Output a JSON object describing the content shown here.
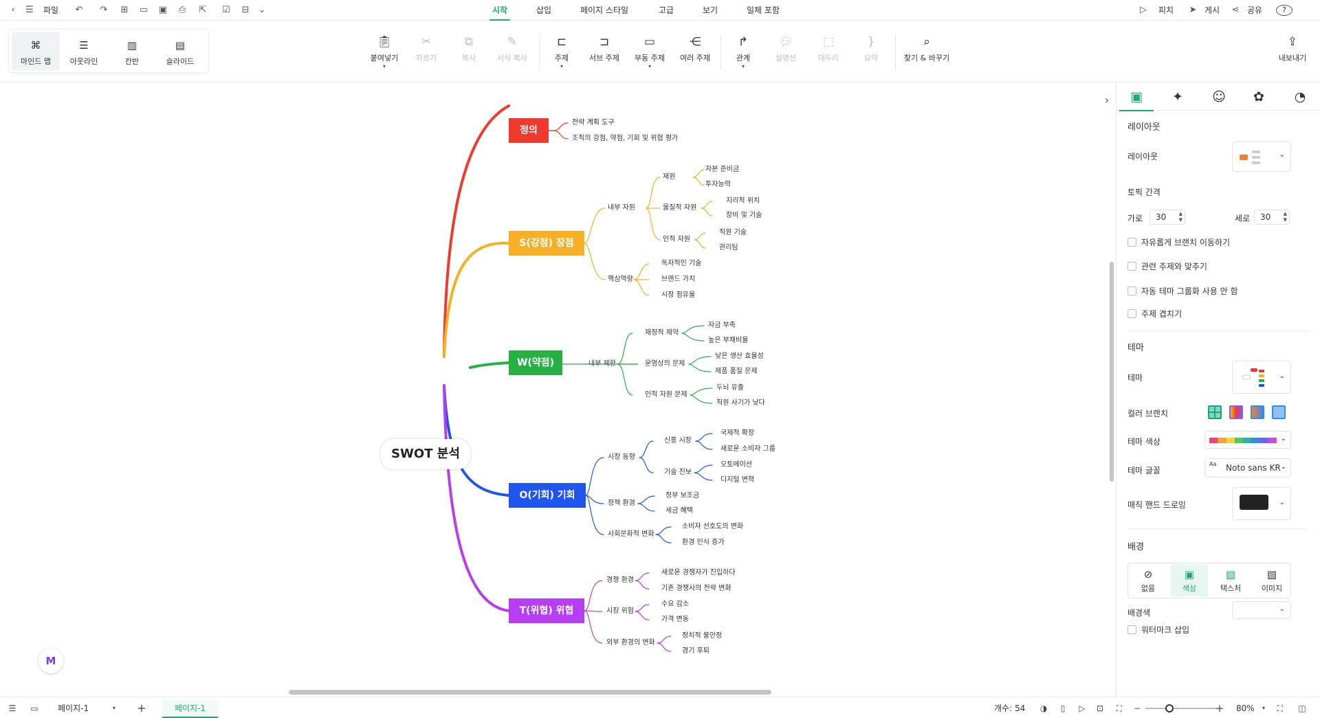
{
  "menu": {
    "file": "파일"
  },
  "tabs": [
    {
      "label": "시작",
      "active": true
    },
    {
      "label": "삽입"
    },
    {
      "label": "페이지 스타일"
    },
    {
      "label": "고급"
    },
    {
      "label": "보기"
    },
    {
      "label": "일체 포함"
    }
  ],
  "top_right": {
    "pitch": "피치",
    "publish": "게시",
    "share": "공유",
    "help": "?"
  },
  "views": [
    {
      "label": "마인드 맵",
      "icon": "mindmap-icon",
      "selected": true
    },
    {
      "label": "아웃라인",
      "icon": "outline-icon"
    },
    {
      "label": "칸반",
      "icon": "kanban-icon"
    },
    {
      "label": "슬라이드",
      "icon": "slide-icon"
    }
  ],
  "toolbar": [
    {
      "label": "붙여넣기",
      "icon": "paste-icon",
      "dropdown": true
    },
    {
      "label": "자르기",
      "icon": "cut-icon",
      "disabled": true
    },
    {
      "label": "복사",
      "icon": "copy-icon",
      "disabled": true
    },
    {
      "label": "서식 복사",
      "icon": "format-painter-icon",
      "disabled": true
    },
    {
      "label": "주제",
      "icon": "topic-icon",
      "dropdown": true
    },
    {
      "label": "서브 주제",
      "icon": "subtopic-icon"
    },
    {
      "label": "부동 주제",
      "icon": "floating-topic-icon",
      "dropdown": true
    },
    {
      "label": "여러 주제",
      "icon": "multiple-topics-icon"
    },
    {
      "label": "관계",
      "icon": "relationship-icon",
      "dropdown": true
    },
    {
      "label": "설명선",
      "icon": "callout-icon",
      "disabled": true
    },
    {
      "label": "테두리",
      "icon": "boundary-icon",
      "disabled": true
    },
    {
      "label": "요약",
      "icon": "summary-icon",
      "disabled": true
    },
    {
      "label": "찾기 & 바꾸기",
      "icon": "find-replace-icon"
    }
  ],
  "export_label": "내보내기",
  "mindmap": {
    "root": "SWOT 분석",
    "branches": [
      {
        "label": "정의",
        "color": "#f03a2e",
        "children": [
          {
            "label": "전략 계획 도구"
          },
          {
            "label": "조직의 강점, 약점, 기회 및 위협 평가"
          }
        ]
      },
      {
        "label": "S(강점) 장점",
        "color": "#f5b025",
        "children": [
          {
            "label": "내부 자원",
            "children": [
              {
                "label": "재원",
                "children": [
                  "자본 준비금",
                  "투자능력"
                ]
              },
              {
                "label": "물질적 자원",
                "children": [
                  "지리적 위치",
                  "장비 및 기술"
                ]
              },
              {
                "label": "인적 자원",
                "children": [
                  "직원 기술",
                  "관리팀"
                ]
              }
            ]
          },
          {
            "label": "핵심역량",
            "children": [
              {
                "label": "독자적인 기술"
              },
              {
                "label": "브랜드 가치"
              },
              {
                "label": "시장 점유율"
              }
            ]
          }
        ]
      },
      {
        "label": "W(약점)",
        "color": "#27b044",
        "children": [
          {
            "label": "내부 제한",
            "children": [
              {
                "label": "재정적 제약",
                "children": [
                  "자금 부족",
                  "높은 부채비율"
                ]
              },
              {
                "label": "운영상의 문제",
                "children": [
                  "낮은 생산 효율성",
                  "제품 품질 문제"
                ]
              },
              {
                "label": "인적 자원 문제",
                "children": [
                  "두뇌 유출",
                  "직원 사기가 낮다"
                ]
              }
            ]
          }
        ]
      },
      {
        "label": "O(기회) 기회",
        "color": "#1f55ee",
        "children": [
          {
            "label": "시장 동향",
            "children": [
              {
                "label": "신흥 시장",
                "children": [
                  "국제적 확장",
                  "새로운 소비자 그룹"
                ]
              },
              {
                "label": "기술 진보",
                "children": [
                  "오토메이션",
                  "디지털 변혁"
                ]
              }
            ]
          },
          {
            "label": "정책 환경",
            "children": [
              {
                "label": "정부 보조금"
              },
              {
                "label": "세금 혜택"
              }
            ]
          },
          {
            "label": "사회문화적 변화",
            "children": [
              {
                "label": "소비자 선호도의 변화"
              },
              {
                "label": "환경 인식 증가"
              }
            ]
          }
        ]
      },
      {
        "label": "T(위협) 위협",
        "color": "#b73df2",
        "children": [
          {
            "label": "경쟁 환경",
            "children": [
              {
                "label": "새로운 경쟁자가 진입하다"
              },
              {
                "label": "기존 경쟁사의 전략 변화"
              }
            ]
          },
          {
            "label": "시장 위험",
            "children": [
              {
                "label": "수요 감소"
              },
              {
                "label": "가격 변동"
              }
            ]
          },
          {
            "label": "외부 환경의 변화",
            "children": [
              {
                "label": "정치적 불안정"
              },
              {
                "label": "경기 후퇴"
              }
            ]
          }
        ]
      }
    ]
  },
  "panel": {
    "layout_section": "레이아웃",
    "layout_label": "레이아웃",
    "spacing_section": "토픽 간격",
    "horizontal_label": "가로",
    "horizontal_value": "30",
    "vertical_label": "세로",
    "vertical_value": "30",
    "options": [
      "자유롭게 브랜치 이동하기",
      "관련 주제와 맞추기",
      "자동 테마 그룹화 사용 안 함",
      "주제 겹치기"
    ],
    "theme_section": "테마",
    "theme_label": "테마",
    "color_branch_label": "컬러 브랜치",
    "theme_color_label": "테마 색상",
    "theme_font_label": "테마 글꼴",
    "theme_font_value": "Noto sans KR",
    "hand_drawing_label": "매직 핸드 드로잉",
    "background_section": "배경",
    "bg_options": [
      {
        "label": "없음",
        "icon": "no-background-icon"
      },
      {
        "label": "색상",
        "icon": "color-background-icon",
        "active": true
      },
      {
        "label": "텍스처",
        "icon": "texture-icon"
      },
      {
        "label": "이미지",
        "icon": "image-icon"
      }
    ],
    "bg_color_label": "배경색",
    "watermark_label": "워터마크 삽입",
    "theme_colors": [
      "#f0436e",
      "#f7a23a",
      "#f5d33a",
      "#55c65b",
      "#23b6a4",
      "#2e8ef0",
      "#7a5cf0",
      "#c24fe0"
    ]
  },
  "status": {
    "page_select": "페이지-1",
    "page_tab": "페이지-1",
    "count": "개수: 54",
    "zoom": "80%"
  }
}
